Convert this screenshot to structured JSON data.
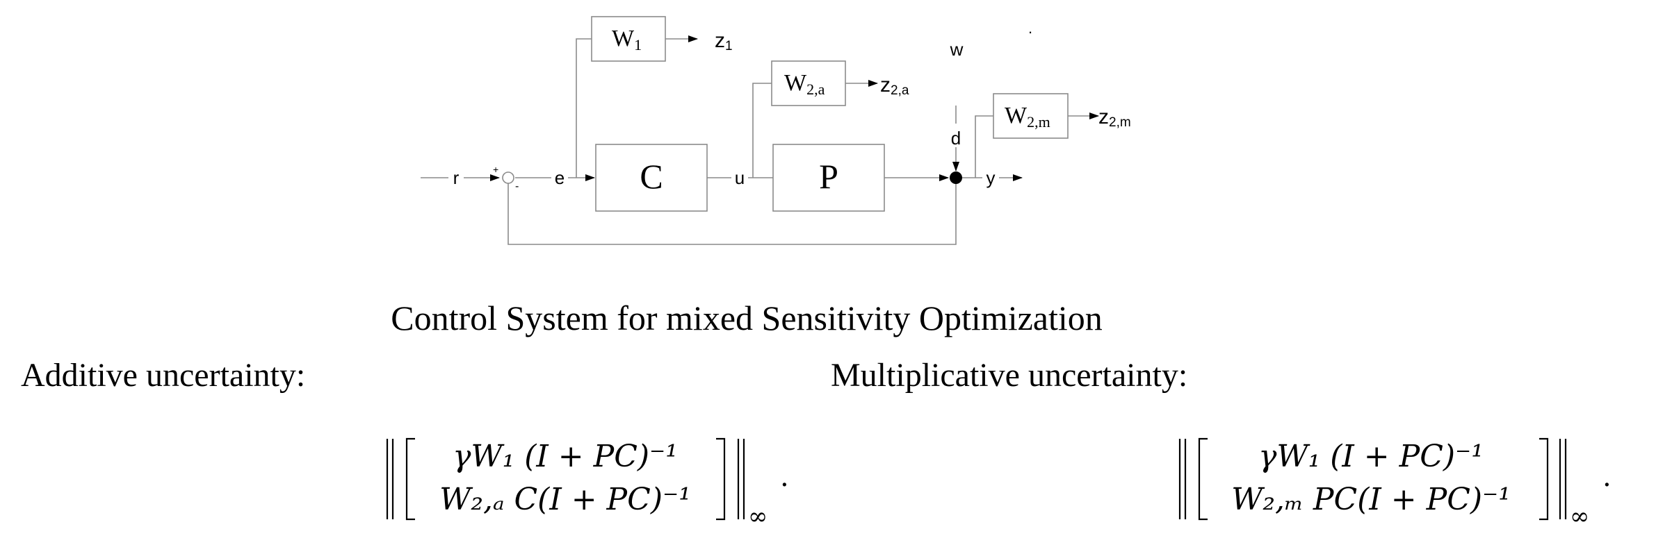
{
  "diagram": {
    "blocks": {
      "w1": "W",
      "w1_sub": "1",
      "w2a": "W",
      "w2a_sub": "2,a",
      "c": "C",
      "p": "P",
      "w2m": "W",
      "w2m_sub": "2,m"
    },
    "signals": {
      "r": "r",
      "e": "e",
      "u": "u",
      "y": "y",
      "d": "d",
      "w": "w",
      "z1": "z",
      "z1_sub": "1",
      "z2a": "z",
      "z2a_sub": "2,a",
      "z2m": "z",
      "z2m_sub": "2,m",
      "plus": "+",
      "minus": "-",
      "dot": "."
    }
  },
  "caption": "Control System for mixed Sensitivity Optimization",
  "additive": {
    "label": "Additive uncertainty:",
    "row1": "γW₁ (I + PC)⁻¹",
    "row2": "W₂,ₐ C(I + PC)⁻¹",
    "norm_sub": "∞",
    "period": "."
  },
  "multiplicative": {
    "label": "Multiplicative uncertainty:",
    "row1": "γW₁ (I + PC)⁻¹",
    "row2": "W₂,ₘ PC(I + PC)⁻¹",
    "norm_sub": "∞",
    "period": "."
  },
  "colors": {
    "line": "#8a8a8a",
    "text": "#000000",
    "background": "#ffffff"
  }
}
